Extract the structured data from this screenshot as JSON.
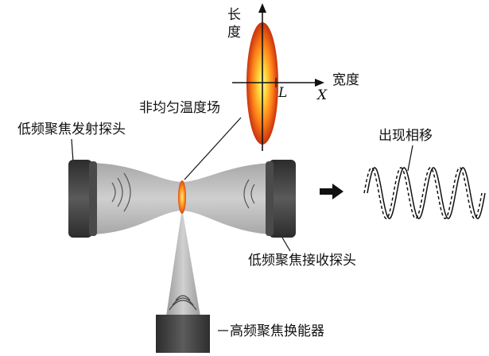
{
  "labels": {
    "length": "长度",
    "width": "宽度",
    "x_axis": "X",
    "l_marker": "L",
    "nonuniform_field": "非均匀温度场",
    "emit_probe": "低频聚焦发射探头",
    "receive_probe": "低频聚焦接收探头",
    "hifu_transducer": "高频聚焦换能器",
    "phase_shift": "出现相移"
  },
  "colors": {
    "probe_dark": "#3a3a3a",
    "probe_face": "#5a5a5a",
    "beam_gray": "#b9b9b9",
    "hot_core": "#ffe24a",
    "hot_mid": "#ff8a1c",
    "hot_edge": "#c2200c",
    "line": "#111111"
  },
  "icons": [
    "right-arrow-icon",
    "sound-wave-icon"
  ]
}
